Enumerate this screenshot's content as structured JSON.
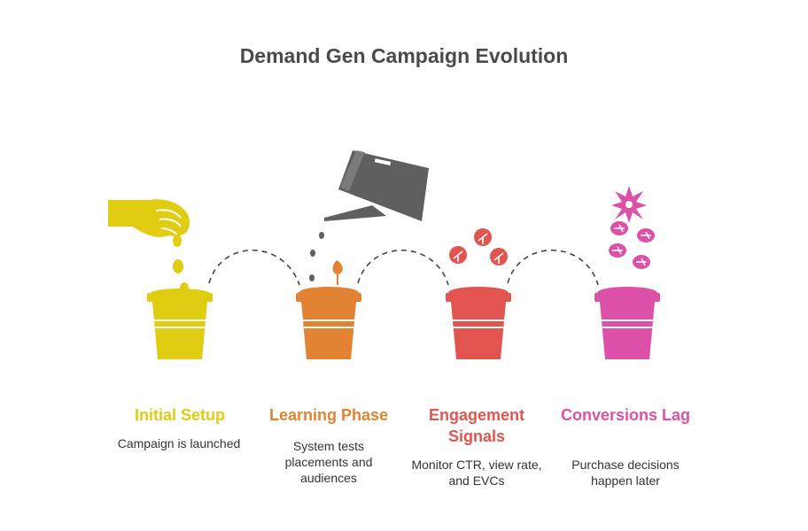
{
  "title": "Demand Gen Campaign Evolution",
  "stages": [
    {
      "label": "Initial Setup",
      "description": "Campaign is launched",
      "color": "#E0CC10"
    },
    {
      "label": "Learning Phase",
      "description": "System tests placements and audiences",
      "color": "#E18333"
    },
    {
      "label": "Engagement Signals",
      "description": "Monitor CTR, view rate, and EVCs",
      "color": "#E25450"
    },
    {
      "label": "Conversions Lag",
      "description": "Purchase decisions happen later",
      "color": "#DD50A8"
    }
  ],
  "icons": {
    "hand": "hand-planting-seed-icon",
    "watering_can": "watering-can-icon",
    "sprout": "sprout-icon",
    "leaves": "leaves-icon",
    "flower": "flower-icon",
    "pot": "flower-pot-icon"
  }
}
